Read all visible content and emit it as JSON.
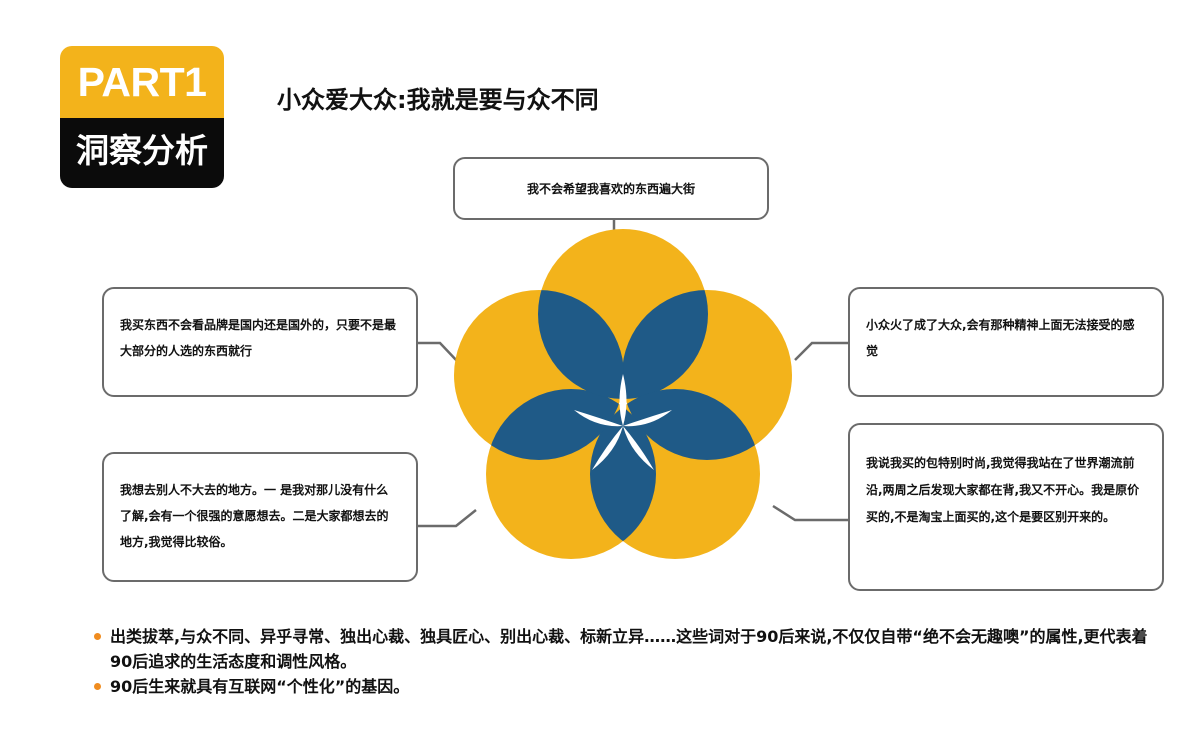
{
  "badge": {
    "part": "PART1",
    "label": "洞察分析"
  },
  "title": "小众爱大众:我就是要与众不同",
  "colors": {
    "accent_yellow": "#F3B31B",
    "petal_blue": "#1F5A87",
    "bullet_orange": "#F08C1F",
    "box_border": "#6b6b6b"
  },
  "boxes": {
    "top": "我不会希望我喜欢的东西遍大街",
    "left1": "我买东西不会看品牌是国内还是国外的，只要不是最大部分的人选的东西就行",
    "right1": "小众火了成了大众,会有那种精神上面无法接受的感觉",
    "left2": "我想去别人不大去的地方。一 是我对那儿没有什么了解,会有一个很强的意愿想去。二是大家都想去的地方,我觉得比较俗。",
    "right2": "我说我买的包特别时尚,我觉得我站在了世界潮流前沿,两周之后发现大家都在背,我又不开心。我是原价买的,不是淘宝上面买的,这个是要区别开来的。"
  },
  "bullets": [
    "出类拔萃,与众不同、异乎寻常、独出心裁、独具匠心、别出心裁、标新立异……这些词对于90后来说,不仅仅自带“绝不会无趣噢”的属性,更代表着90后追求的生活态度和调性风格。",
    "90后生来就具有互联网“个性化”的基因。"
  ]
}
